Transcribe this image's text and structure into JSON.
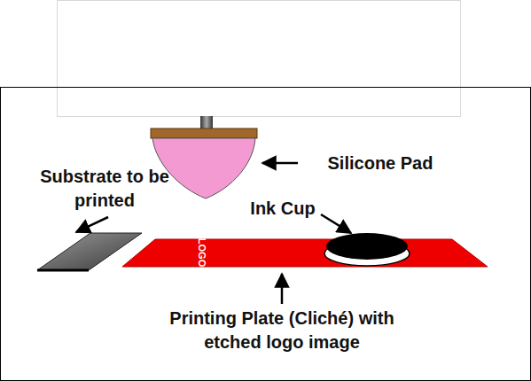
{
  "diagram": {
    "nodes": [
      {
        "text": [
          "LOGO"
        ]
      }
    ],
    "labels": [
      "Silicone Pad",
      "Substrate to be printed",
      "Ink Cup",
      "Printing Plate (Cliché) with etched logo image"
    ]
  }
}
